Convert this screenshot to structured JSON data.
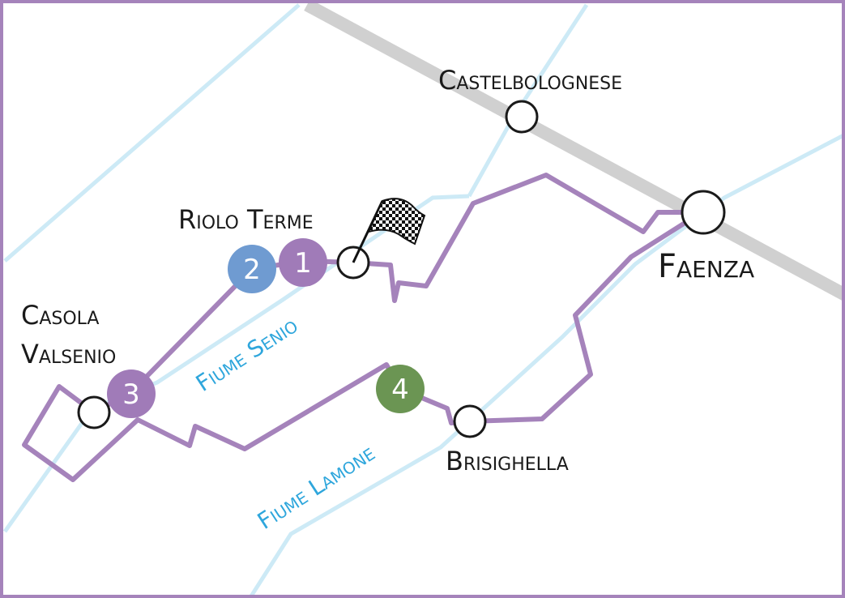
{
  "colors": {
    "frame": "#a583bb",
    "route": "#a583bb",
    "river": "#cdeaf6",
    "river_label": "#2ea6dc",
    "railway": "#d0d0d0",
    "marker_purple": "#a07bb8",
    "marker_blue": "#6f9bd1",
    "marker_green": "#6b9553"
  },
  "towns": {
    "castelbolognese": "Castelbolognese",
    "riolo_terme": "Riolo Terme",
    "casola_line1": "Casola",
    "casola_line2": "Valsenio",
    "faenza": "Faenza",
    "brisighella": "Brisighella"
  },
  "rivers": {
    "senio": "Fiume Senio",
    "lamone": "Fiume Lamone"
  },
  "markers": {
    "m1": "1",
    "m2": "2",
    "m3": "3",
    "m4": "4"
  },
  "icons": {
    "finish": "checkered-flag-icon"
  }
}
